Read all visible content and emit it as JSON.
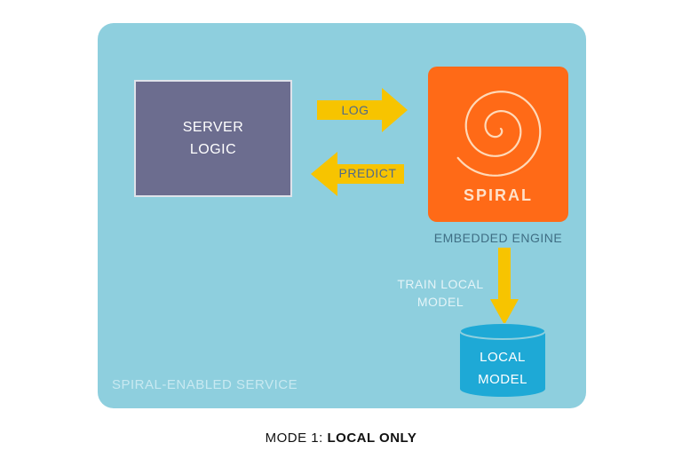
{
  "service": {
    "label": "SPIRAL-ENABLED SERVICE"
  },
  "server": {
    "line1": "SERVER",
    "line2": "LOGIC"
  },
  "engine": {
    "name": "SPIRAL",
    "caption": "EMBEDDED ENGINE"
  },
  "arrows": {
    "log": "LOG",
    "predict": "PREDICT",
    "train_line1": "TRAIN LOCAL",
    "train_line2": "MODEL"
  },
  "local_model": {
    "line1": "LOCAL",
    "line2": "MODEL"
  },
  "caption": {
    "prefix": "MODE 1:",
    "emphasis": "LOCAL ONLY"
  },
  "colors": {
    "service_bg": "#8ecfde",
    "server_bg": "#6c6d8f",
    "engine_bg": "#ff6a17",
    "arrow": "#f7c400",
    "database": "#1ea9d6"
  }
}
